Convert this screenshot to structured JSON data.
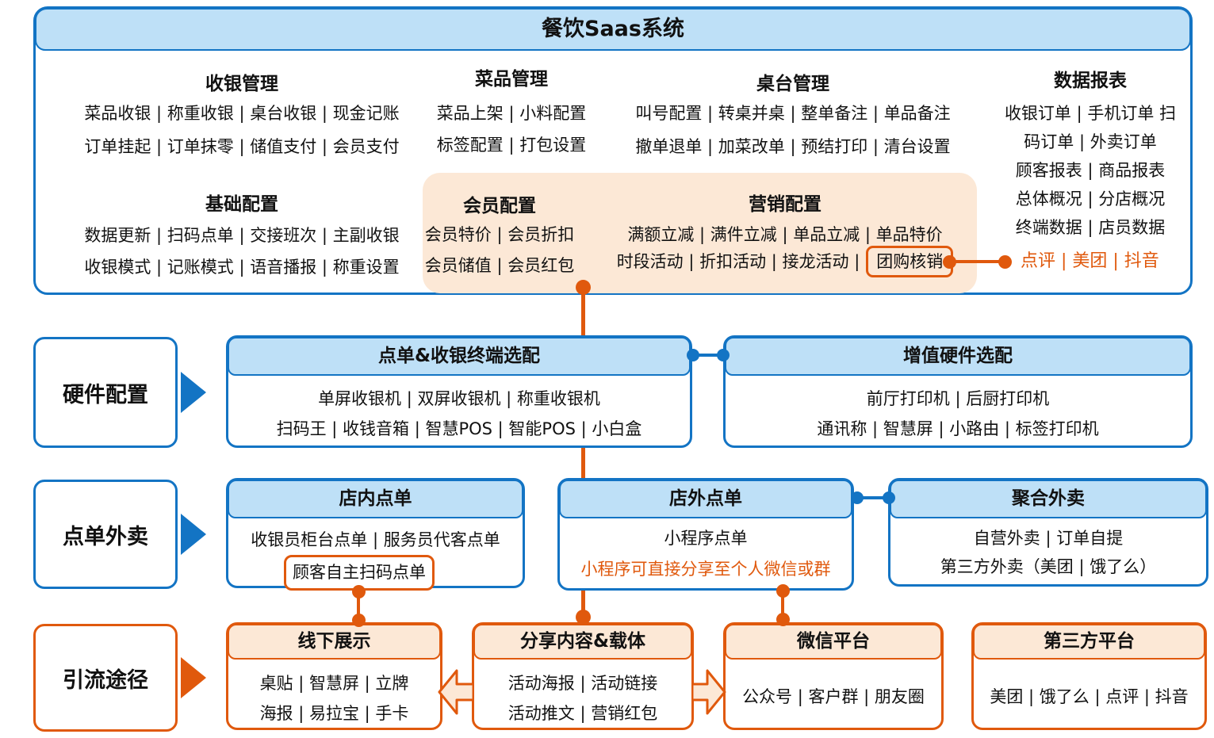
{
  "colors": {
    "blue": "#1374c4",
    "light_blue": "#bee0f7",
    "orange": "#e0590d",
    "peach": "#fce8d6",
    "text": "#111111"
  },
  "header": {
    "title": "餐饮Saas系统"
  },
  "sections": {
    "cashier": {
      "title": "收银管理",
      "l1": "菜品收银 | 称重收银 | 桌台收银 | 现金记账",
      "l2": "订单挂起 | 订单抹零 | 储值支付 | 会员支付"
    },
    "dishes": {
      "title": "菜品管理",
      "l1": "菜品上架 | 小料配置",
      "l2": "标签配置 | 打包设置"
    },
    "tables": {
      "title": "桌台管理",
      "l1": "叫号配置 | 转桌并桌 | 整单备注 | 单品备注",
      "l2": "撤单退单 | 加菜改单 | 预结打印 | 清台设置"
    },
    "reports": {
      "title": "数据报表",
      "l1": "收银订单 | 手机订单 扫",
      "l2": "码订单 | 外卖订单",
      "l3": "顾客报表 | 商品报表",
      "l4": "总体概况 | 分店概况",
      "l5": "终端数据 | 店员数据"
    },
    "basic": {
      "title": "基础配置",
      "l1": "数据更新 | 扫码点单 | 交接班次 | 主副收银",
      "l2": "收银模式 | 记账模式 | 语音播报 | 称重设置"
    },
    "member": {
      "title": "会员配置",
      "l1": "会员特价 | 会员折扣",
      "l2": "会员储值 | 会员红包"
    },
    "marketing": {
      "title": "营销配置",
      "l1": "满额立减 | 满件立减 | 单品立减 | 单品特价",
      "l2_prefix": "时段活动 | 折扣活动 | 接龙活动 |",
      "l2_highlight": "团购核销"
    },
    "platforms_link": "点评 | 美团 | 抖音"
  },
  "rows": {
    "hardware": {
      "label": "硬件配置",
      "terminal": {
        "title": "点单&收银终端选配",
        "l1": "单屏收银机 | 双屏收银机 | 称重收银机",
        "l2": "扫码王 | 收钱音箱 | 智慧POS | 智能POS | 小白盒"
      },
      "addon": {
        "title": "增值硬件选配",
        "l1": "前厅打印机 | 后厨打印机",
        "l2": "通讯称 | 智慧屏 | 小路由 | 标签打印机"
      }
    },
    "ordering": {
      "label": "点单外卖",
      "instore": {
        "title": "店内点单",
        "l1": "收银员柜台点单 | 服务员代客点单",
        "highlight": "顾客自主扫码点单"
      },
      "outstore": {
        "title": "店外点单",
        "l1": "小程序点单",
        "note": "小程序可直接分享至个人微信或群"
      },
      "delivery": {
        "title": "聚合外卖",
        "l1": "自营外卖 | 订单自提",
        "l2": "第三方外卖（美团 | 饿了么）"
      }
    },
    "traffic": {
      "label": "引流途径",
      "offline": {
        "title": "线下展示",
        "l1": "桌贴 | 智慧屏 | 立牌",
        "l2": "海报 | 易拉宝 | 手卡"
      },
      "share": {
        "title": "分享内容&载体",
        "l1": "活动海报 | 活动链接",
        "l2": "活动推文 | 营销红包"
      },
      "wechat": {
        "title": "微信平台",
        "l1": "公众号 | 客户群 | 朋友圈"
      },
      "thirdparty": {
        "title": "第三方平台",
        "l1": "美团 | 饿了么 | 点评 | 抖音"
      }
    }
  }
}
